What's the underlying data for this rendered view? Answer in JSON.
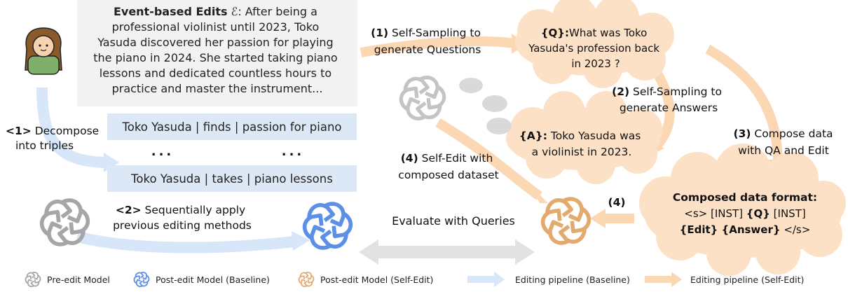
{
  "event": {
    "title": "Event-based Edits",
    "symbol": "ℰ",
    "text": "After being a professional violinist until 2023, Toko Yasuda discovered her passion for playing the piano in 2024. She started taking piano lessons and dedicated countless hours to practice and master the instrument..."
  },
  "triples": {
    "first": "Toko Yasuda | finds | passion for piano",
    "ellipsis_left": "...",
    "ellipsis_right": "...",
    "second": "Toko Yasuda | takes | piano lessons"
  },
  "steps": {
    "decompose_num": "<1>",
    "decompose_line1": "Decompose",
    "decompose_line2": "into  triples",
    "apply_num": "<2>",
    "apply_line1": "Sequentially apply",
    "apply_line2": "previous editing methods",
    "step1_num": "(1)",
    "step1_line1": "Self-Sampling to",
    "step1_line2": "generate Questions",
    "step2_num": "(2)",
    "step2_line1": "Self-Sampling to",
    "step2_line2": "generate Answers",
    "step3_num": "(3)",
    "step3_line1": "Compose data",
    "step3_line2": "with QA and Edit",
    "step4_num": "(4)",
    "step4_line1": "Self-Edit with",
    "step4_line2": "composed dataset",
    "step4_short": "(4)",
    "evaluate": "Evaluate with Queries"
  },
  "question_cloud": {
    "tag": "{Q}:",
    "line1": "What was Toko",
    "line2": "Yasuda's profession back",
    "line3": "in 2023 ?"
  },
  "answer_cloud": {
    "tag": "{A}:",
    "line1": "Toko Yasuda was",
    "line2": "a violinist in 2023."
  },
  "composed_cloud": {
    "title": "Composed data format:",
    "line2": "<s> [INST] {Q} [INST]",
    "line2_a": "<s> [INST] ",
    "line2_b": "{Q}",
    "line2_c": " [INST]",
    "line3_a": "{Edit} {Answer}",
    "line3_b": " </s>"
  },
  "legend": {
    "pre_edit": "Pre-edit Model",
    "post_edit_baseline": "Post-edit Model (Baseline)",
    "post_edit_self": "Post-edit Model (Self-Edit)",
    "pipeline_baseline": "Editing pipeline (Baseline)",
    "pipeline_self": "Editing pipeline (Self-Edit)"
  },
  "colors": {
    "gray_model": "#a6a6a6",
    "blue_model": "#5b8fe8",
    "orange_model": "#e3aa6e",
    "cloud": "#fde1c6",
    "blue_arrow": "#d7e6f8",
    "orange_arrow": "#fcd7b4",
    "gray_arrow": "#e2e2e2",
    "triple_bg": "#dde8f7",
    "event_bg": "#f2f2f2"
  },
  "icons": {
    "person": "person-avatar-icon",
    "model": "openai-knot-icon",
    "bubbles": "thought-bubbles-icon"
  }
}
